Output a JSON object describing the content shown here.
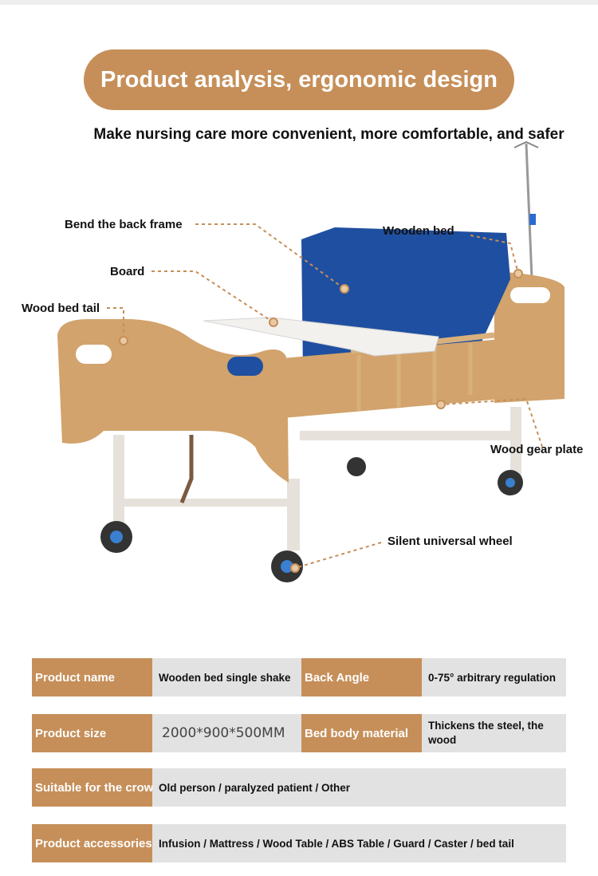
{
  "header": {
    "title": "Product analysis, ergonomic design",
    "subtitle": "Make nursing care more convenient, more comfortable, and safer"
  },
  "callouts": {
    "back_frame": "Bend the back frame",
    "board": "Board",
    "bed_tail": "Wood bed tail",
    "wooden_bed": "Wooden bed",
    "gear_plate": "Wood gear plate",
    "wheel": "Silent universal wheel"
  },
  "colors": {
    "accent": "#c68f59",
    "mattress": "#1f4fa0",
    "wood": "#d2a36c",
    "cell": "#e2e2e2"
  },
  "specs": {
    "r1": {
      "k1": "Product name",
      "v1": "Wooden bed single shake",
      "k2": "Back Angle",
      "v2": "0-75° arbitrary regulation"
    },
    "r2": {
      "k1": "Product size",
      "v1": "2000*900*500MM",
      "k2": "Bed body material",
      "v2": "Thickens the steel, the wood"
    },
    "r3": {
      "k1": "Suitable for the crowd",
      "v1": "Old person / paralyzed patient / Other"
    },
    "r4": {
      "k1": "Product accessories",
      "v1": "Infusion / Mattress / Wood Table / ABS Table / Guard / Caster / bed tail"
    }
  }
}
